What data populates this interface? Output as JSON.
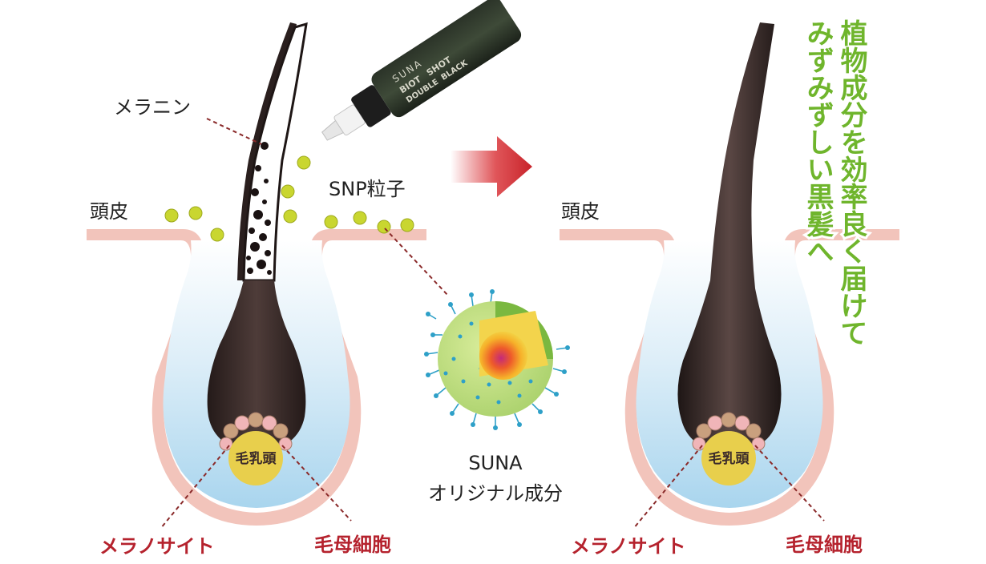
{
  "labels": {
    "melanin": "メラニン",
    "snp": "SNP粒子",
    "scalp_left": "頭皮",
    "scalp_right": "頭皮",
    "papilla_left": "毛乳頭",
    "papilla_right": "毛乳頭",
    "melanocyte_left": "メラノサイト",
    "melanocyte_right": "メラノサイト",
    "matrix_left": "毛母細胞",
    "matrix_right": "毛母細胞",
    "suna_line1": "SUNA",
    "suna_line2": "オリジナル成分"
  },
  "headline": {
    "col1": "植物成分を効率良く届けて",
    "col2": "みずみずしい黒髪へ"
  },
  "bottle": {
    "brand": "SUNA",
    "line1": "BIOT",
    "line2": "SHOT",
    "line3": "DOUBLE",
    "line4": "BLACK"
  },
  "colors": {
    "skin": "#f2c4bb",
    "follicle": "#bfe0f2",
    "hair_dark": "#2e2220",
    "particle": "#c9d630",
    "label_red": "#b5222d",
    "headline_green": "#6fb52c",
    "arrow_red": "#d0282c",
    "dash": "#8a2a2a"
  }
}
